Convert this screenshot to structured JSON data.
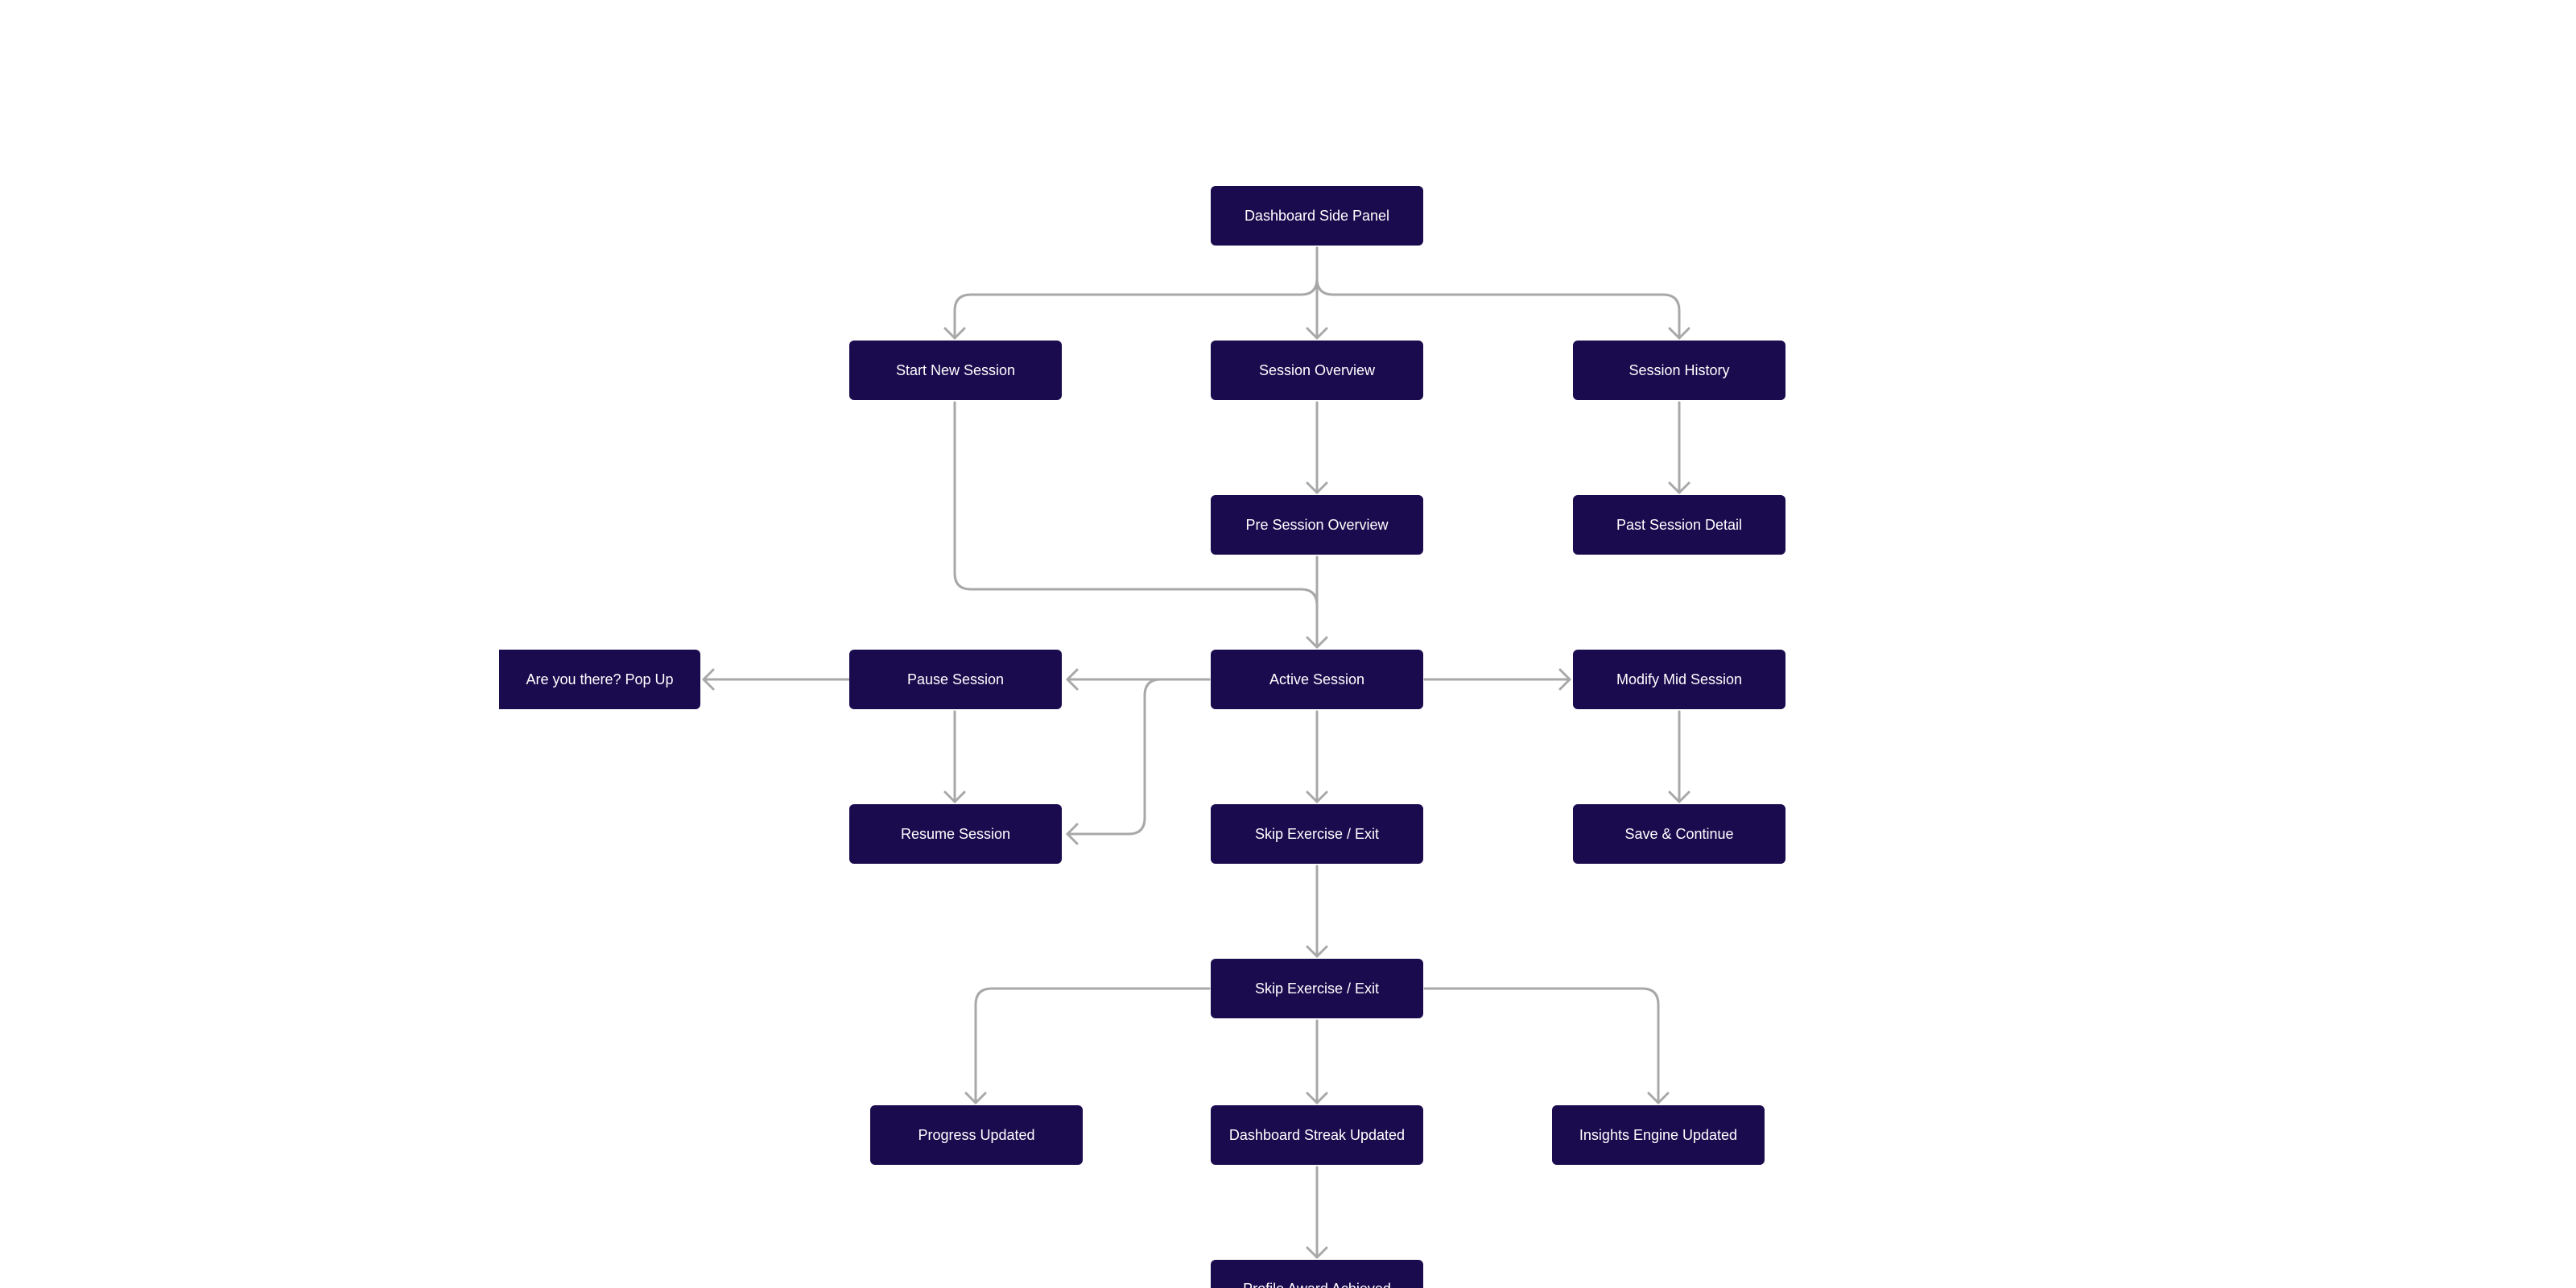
{
  "diagram": {
    "style": {
      "node_fill": "#1a0b4e",
      "node_text_color": "#ffffff",
      "edge_color": "#a8a8a8",
      "background": "#ffffff"
    },
    "nodes": {
      "dashboard_side_panel": "Dashboard Side Panel",
      "start_new_session": "Start New Session",
      "session_overview": "Session Overview",
      "session_history": "Session History",
      "pre_session_overview": "Pre Session Overview",
      "past_session_detail": "Past Session Detail",
      "are_you_there_popup": "Are you there? Pop Up",
      "pause_session": "Pause Session",
      "active_session": "Active Session",
      "modify_mid_session": "Modify Mid Session",
      "resume_session": "Resume Session",
      "skip_exercise_exit_1": "Skip Exercise / Exit",
      "save_and_continue": "Save & Continue",
      "skip_exercise_exit_2": "Skip Exercise / Exit",
      "progress_updated": "Progress Updated",
      "dashboard_streak_updated": "Dashboard Streak Updated",
      "insights_engine_updated": "Insights Engine Updated",
      "profile_award_achieved": "Profile Award Achieved"
    },
    "edges": [
      {
        "from": "dashboard_side_panel",
        "to": "start_new_session"
      },
      {
        "from": "dashboard_side_panel",
        "to": "session_overview"
      },
      {
        "from": "dashboard_side_panel",
        "to": "session_history"
      },
      {
        "from": "session_overview",
        "to": "pre_session_overview"
      },
      {
        "from": "session_history",
        "to": "past_session_detail"
      },
      {
        "from": "start_new_session",
        "to": "active_session"
      },
      {
        "from": "pre_session_overview",
        "to": "active_session"
      },
      {
        "from": "active_session",
        "to": "pause_session"
      },
      {
        "from": "pause_session",
        "to": "are_you_there_popup"
      },
      {
        "from": "active_session",
        "to": "modify_mid_session"
      },
      {
        "from": "pause_session",
        "to": "resume_session"
      },
      {
        "from": "active_session",
        "to": "resume_session"
      },
      {
        "from": "active_session",
        "to": "skip_exercise_exit_1"
      },
      {
        "from": "modify_mid_session",
        "to": "save_and_continue"
      },
      {
        "from": "skip_exercise_exit_1",
        "to": "skip_exercise_exit_2"
      },
      {
        "from": "skip_exercise_exit_2",
        "to": "progress_updated"
      },
      {
        "from": "skip_exercise_exit_2",
        "to": "dashboard_streak_updated"
      },
      {
        "from": "skip_exercise_exit_2",
        "to": "insights_engine_updated"
      },
      {
        "from": "dashboard_streak_updated",
        "to": "profile_award_achieved"
      }
    ]
  }
}
